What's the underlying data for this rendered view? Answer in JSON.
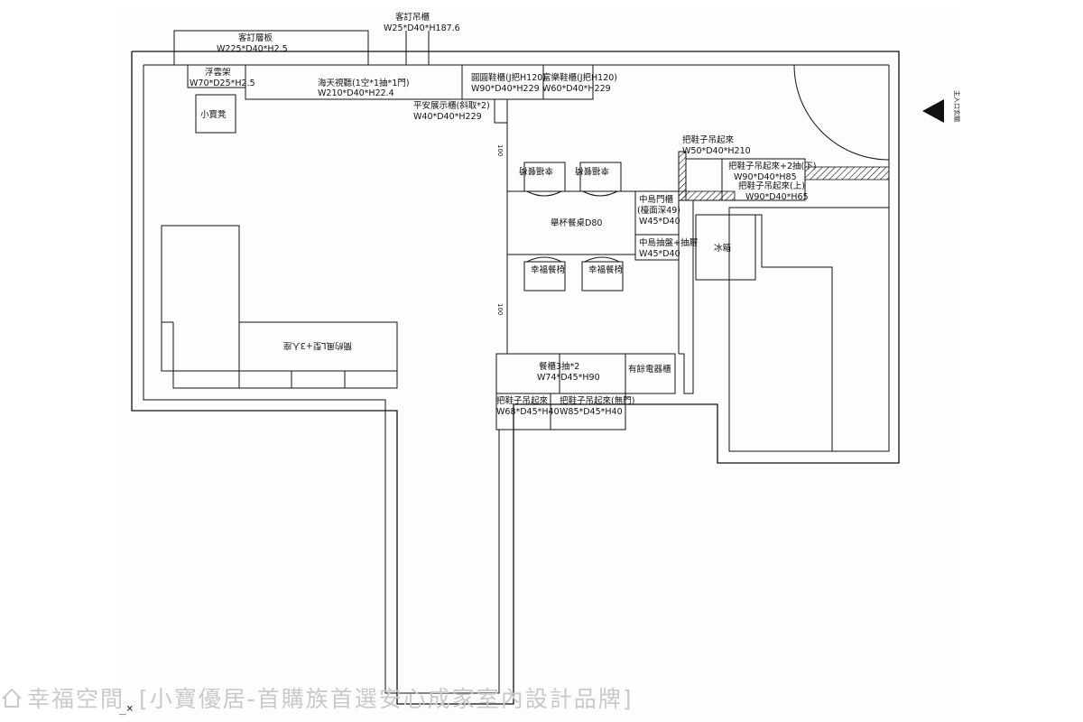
{
  "labels": {
    "custom_shelf": {
      "name": "客訂層板",
      "dim": "W225*D40*H2.5"
    },
    "custom_wall_cabinet": {
      "name": "客訂吊櫃",
      "dim": "W25*D40*H187.6"
    },
    "floating_rack": {
      "name": "浮雲架",
      "dim": "W70*D25*H2.5"
    },
    "small_stool": {
      "name": "小寶凳"
    },
    "tv_cabinet": {
      "name": "海天視聽(1空*1抽*1門)",
      "dim": "W210*D40*H22.4"
    },
    "shoe_cabinet_1": {
      "name": "圓圓鞋櫃(J把H120)",
      "dim": "W90*D40*H229"
    },
    "shoe_cabinet_2": {
      "name": "富樂鞋櫃(J把H120)",
      "dim": "W60*D40*H229"
    },
    "display_cabinet": {
      "name": "平安展示櫃(斜取*2)",
      "dim": "W40*D40*H229"
    },
    "entrance": {
      "name": "主入口玄關"
    },
    "tall_cabinet": {
      "name": "把鞋子吊起來",
      "dim": "W50*D40*H210"
    },
    "tall_cabinet_drawer": {
      "name": "把鞋子吊起來+2抽(下)",
      "dim": "W90*D40*H85"
    },
    "tall_cabinet_upper": {
      "name": "把鞋子吊起來(上)",
      "dim": "W90*D40*H65"
    },
    "chair_1": {
      "name": "幸福餐椅"
    },
    "chair_2": {
      "name": "幸福餐椅"
    },
    "chair_3": {
      "name": "幸福餐椅"
    },
    "chair_4": {
      "name": "幸福餐椅"
    },
    "dining_table": {
      "name": "舉杯餐桌D80"
    },
    "island_door": {
      "name": "中島門櫃",
      "note": "(檯面深49)",
      "dim": "W45*D40"
    },
    "island_drawer": {
      "name": "中島抽盤+抽屜",
      "dim": "W45*D40"
    },
    "fridge": {
      "name": "冰箱"
    },
    "sofa": {
      "name": "簡約風L型+3人座"
    },
    "sideboard": {
      "name": "餐櫃3抽*2",
      "dim": "W74*D45*H90"
    },
    "appliance_cabinet": {
      "name": "有餘電器櫃"
    },
    "low_cabinet_1": {
      "name": "把鞋子吊起來",
      "dim": "W68*D45*H40"
    },
    "low_cabinet_2": {
      "name": "把鞋子吊起來(無門)",
      "dim": "W85*D45*H40"
    },
    "dim_100_a": "100",
    "dim_100_b": "100"
  },
  "watermark": {
    "brand": "幸福空間",
    "tagline": "[小寶優居-首購族首選安心成家室內設計品牌]"
  },
  "cursor_mark": "_×",
  "colors": {
    "line": "#111111",
    "watermark": "#c9c9c9",
    "background": "#ffffff"
  },
  "icons": [
    "entrance-arrow-icon",
    "house-logo-icon"
  ]
}
